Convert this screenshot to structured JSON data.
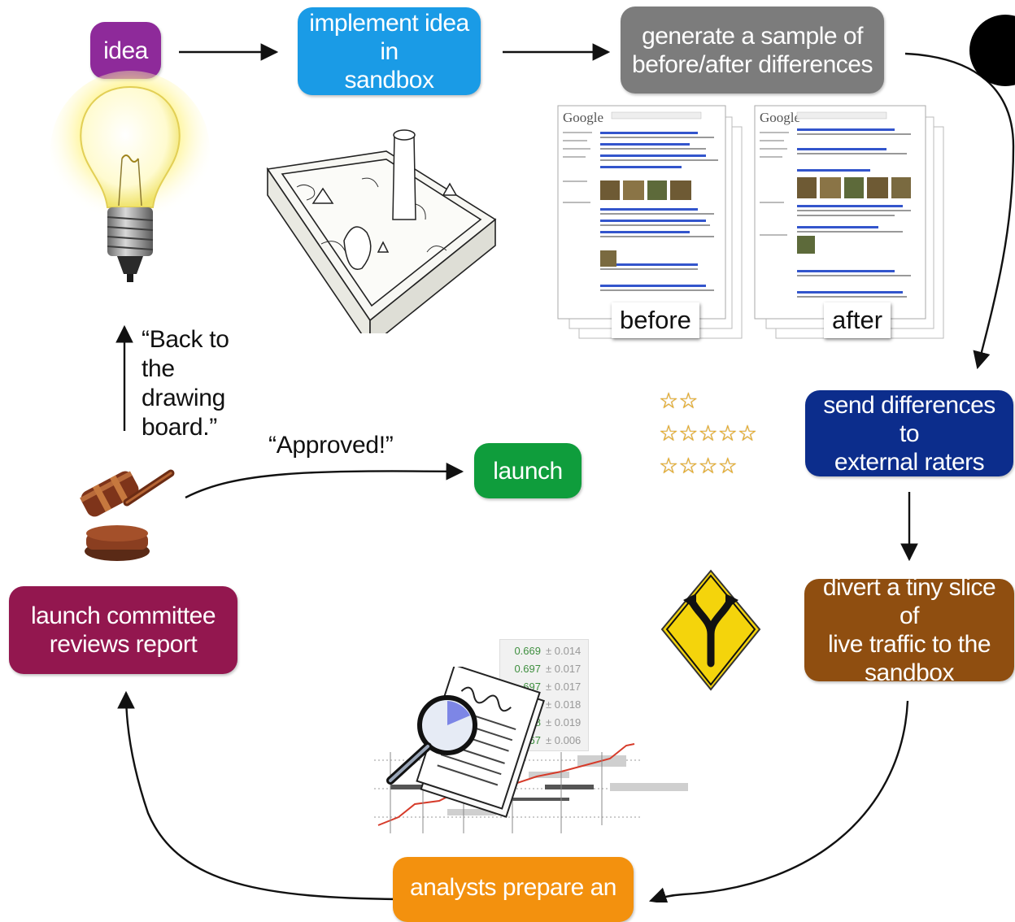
{
  "boxes": {
    "idea": {
      "label": "idea",
      "color": "#8e2a9a"
    },
    "implement": {
      "label": "implement idea in\nsandbox",
      "color": "#1a9be6"
    },
    "generate": {
      "label": "generate a sample of\nbefore/after differences",
      "color": "#7c7c7c"
    },
    "send": {
      "label": "send differences to\nexternal raters",
      "color": "#0c2d8c"
    },
    "divert": {
      "label": "divert a tiny slice of\nlive traffic to the\nsandbox",
      "color": "#8f4e10"
    },
    "analysts": {
      "label": "analysts prepare an",
      "color": "#f3910e"
    },
    "committee": {
      "label": "launch committee\nreviews report",
      "color": "#93174f"
    },
    "launch": {
      "label": "launch",
      "color": "#0f9d3c"
    }
  },
  "quotes": {
    "back": "“Back to\nthe\ndrawing\nboard.”",
    "approved": "“Approved!”"
  },
  "screenshots": {
    "before_label": "before",
    "after_label": "after",
    "logo_text": "Google"
  },
  "ratings": [
    2,
    5,
    4
  ],
  "report_stats": [
    {
      "value": "0.669",
      "error": "± 0.014"
    },
    {
      "value": "0.697",
      "error": "± 0.017"
    },
    {
      "value": ".697",
      "error": "± 0.017"
    },
    {
      "value": "3",
      "error": "± 0.018"
    },
    {
      "value": "88",
      "error": "± 0.019"
    },
    {
      "value": "667",
      "error": "± 0.006"
    }
  ],
  "icons": {
    "bulb": "lightbulb-icon",
    "sandbox": "sandbox-illustration",
    "gavel": "gavel-icon",
    "fork": "fork-road-sign-icon",
    "report": "report-magnifier-icon"
  },
  "colors": {
    "arrow": "#111111",
    "sign_yellow": "#f4d40c",
    "star": "#f2b21e"
  }
}
